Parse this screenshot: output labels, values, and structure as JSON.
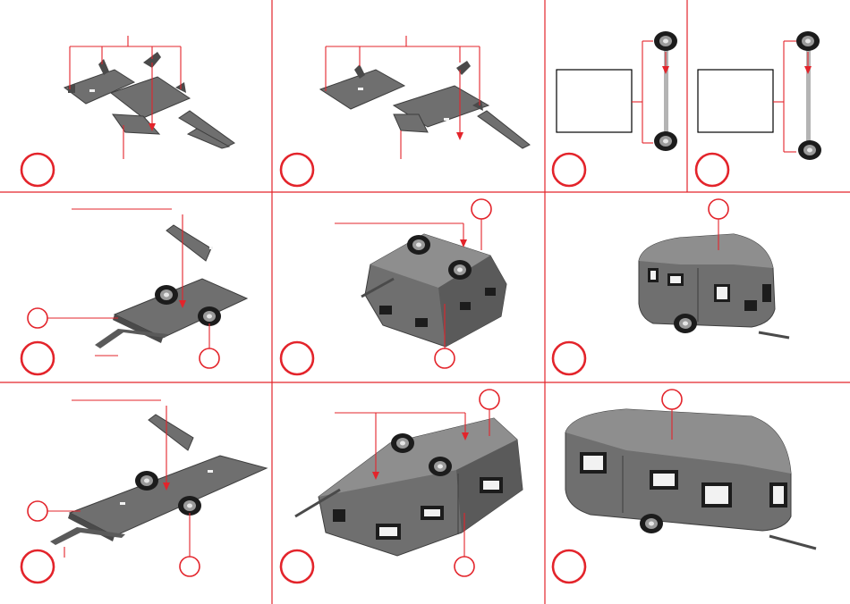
{
  "page": {
    "background": "#ffffff"
  },
  "colors": {
    "red": "#e3242b",
    "model_fill": "#6f6f6f",
    "model_dark": "#3e3e3e",
    "model_light": "#8e8e8e",
    "window_fill": "#f2f2f2",
    "wheel_dark": "#1c1c1c",
    "axle_grey": "#b4b4b4"
  },
  "panels": [
    {
      "id": "step-1",
      "content": "trailer-chassis-parts-unfolded"
    },
    {
      "id": "step-2",
      "content": "trailer-chassis-two-sections"
    },
    {
      "id": "step-3a",
      "content": "axle-wheel-assembly-short-body"
    },
    {
      "id": "step-3b",
      "content": "axle-wheel-assembly-long-body"
    },
    {
      "id": "step-4",
      "content": "short-chassis-with-fender"
    },
    {
      "id": "step-5",
      "content": "short-caravan-body-underside"
    },
    {
      "id": "step-6",
      "content": "short-caravan-finished"
    },
    {
      "id": "step-7",
      "content": "long-chassis-with-fender"
    },
    {
      "id": "step-8",
      "content": "long-caravan-body-underside"
    },
    {
      "id": "step-9",
      "content": "long-caravan-finished"
    }
  ],
  "icons": {
    "step_marker": "red-circle-outline",
    "callout": "red-leader-line",
    "wheel": "wheel-icon"
  }
}
